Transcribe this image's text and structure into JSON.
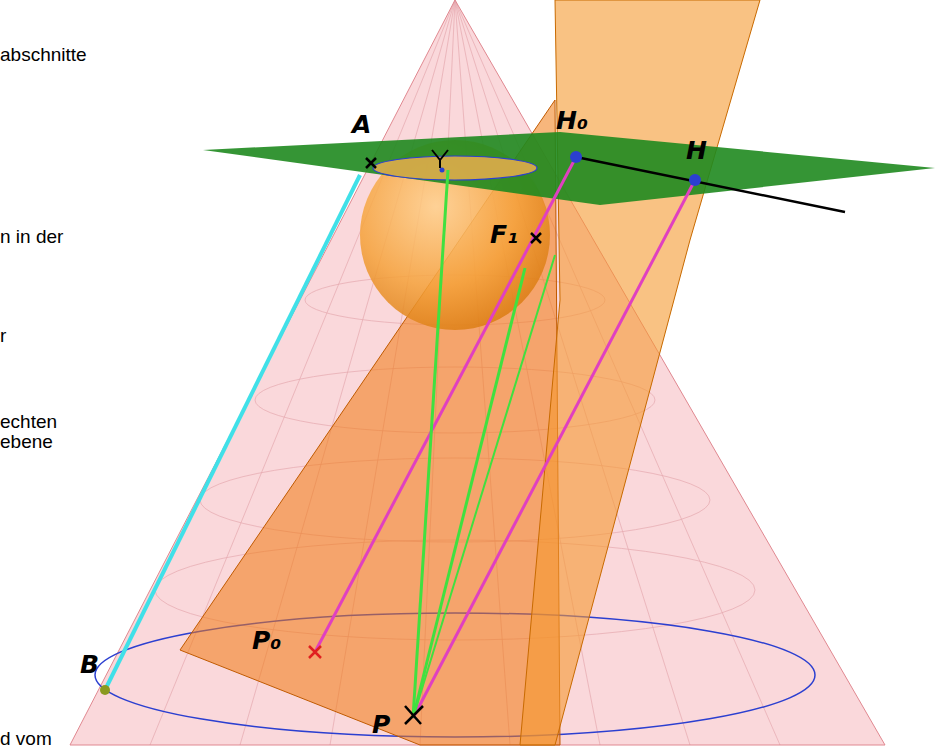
{
  "diagram": {
    "labels": [
      "abschnitte",
      "n in der",
      "r",
      "echten",
      "ebene",
      "d vom",
      "A",
      "H₀",
      "H",
      "F₁",
      "P₀",
      "P",
      "B"
    ]
  }
}
